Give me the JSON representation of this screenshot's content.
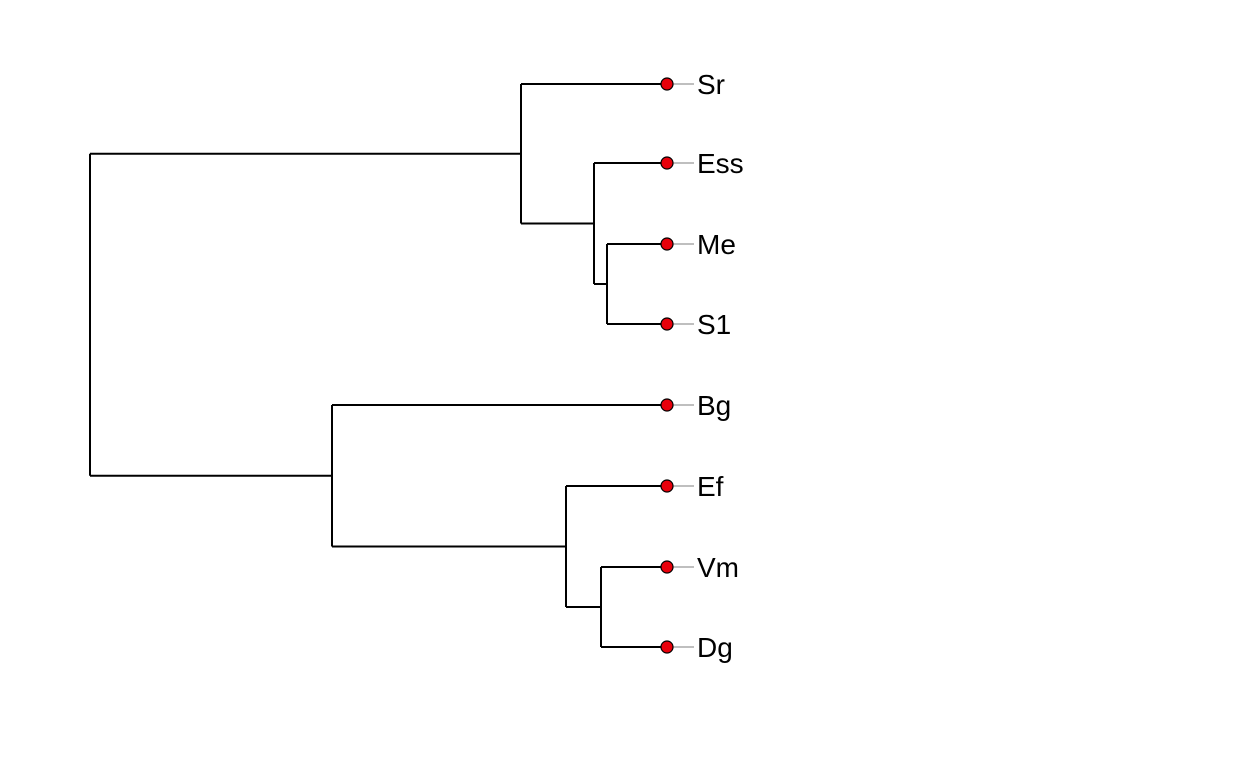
{
  "diagram": {
    "type": "dendrogram",
    "tip_color": "#e8000b",
    "tips": [
      {
        "id": "Sr",
        "label": "Sr"
      },
      {
        "id": "Ess",
        "label": "Ess"
      },
      {
        "id": "Me",
        "label": "Me"
      },
      {
        "id": "S1",
        "label": "S1"
      },
      {
        "id": "Bg",
        "label": "Bg"
      },
      {
        "id": "Ef",
        "label": "Ef"
      },
      {
        "id": "Vm",
        "label": "Vm"
      },
      {
        "id": "Dg",
        "label": "Dg"
      }
    ],
    "topology": "((Sr,(Ess,(Me,S1))),(Bg,(Ef,(Vm,Dg))))"
  }
}
